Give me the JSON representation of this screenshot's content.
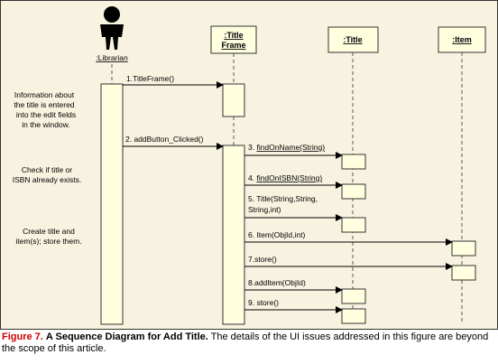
{
  "actor": {
    "name": ":Librarian"
  },
  "objects": [
    {
      "id": "titleframe",
      "lines": [
        ":Title",
        "Frame"
      ]
    },
    {
      "id": "title",
      "lines": [
        ":Title"
      ]
    },
    {
      "id": "item",
      "lines": [
        ":Item"
      ]
    }
  ],
  "notes": [
    [
      "Information about",
      "the title is entered",
      "into the edit fields",
      "in the window."
    ],
    [
      "Check if title or",
      "ISBN already exists."
    ],
    [
      "Create title and",
      "item(s); store them."
    ]
  ],
  "messages": [
    {
      "lines": [
        "1.TitleFrame()"
      ],
      "underline": false
    },
    {
      "lines": [
        "2. addButton_Clicked()"
      ],
      "underline": false
    },
    {
      "lines": [
        "3. ",
        "findOnName(String)"
      ],
      "underline": true
    },
    {
      "lines": [
        "4. ",
        "findOnISBN(String)"
      ],
      "underline": true
    },
    {
      "lines": [
        "5. Title(String,String,",
        "String,int)"
      ],
      "underline": false
    },
    {
      "lines": [
        "6. Item(ObjId,int)"
      ],
      "underline": false
    },
    {
      "lines": [
        "7.store()"
      ],
      "underline": false
    },
    {
      "lines": [
        "8.addItem(ObjId)"
      ],
      "underline": false
    },
    {
      "lines": [
        "9. store()"
      ],
      "underline": false
    }
  ],
  "caption": {
    "figure": "Figure 7.",
    "title": "A Sequence Diagram for Add Title.",
    "text": "The details of the UI issues addressed in this figure are beyond the scope of this article."
  },
  "colors": {
    "background": "#f8f3e0",
    "box": "#ffffe0",
    "figure_red": "#cc0000"
  }
}
